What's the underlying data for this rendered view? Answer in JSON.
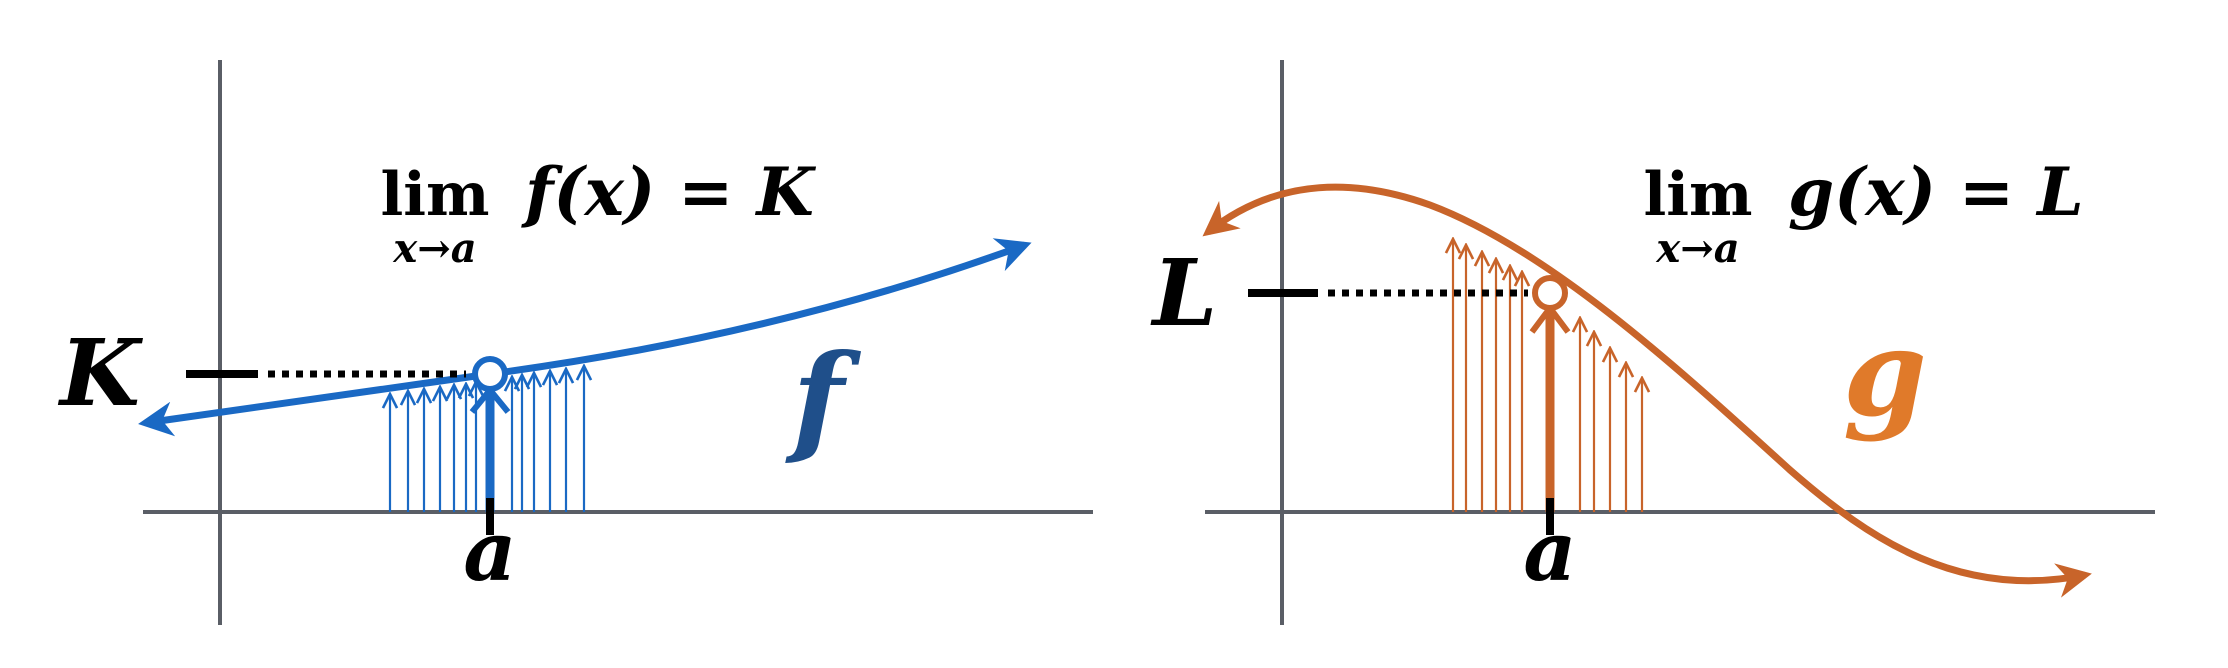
{
  "panels": [
    {
      "id": "f",
      "function_label": "f",
      "limit_operator": "lim",
      "limit_subscript": "x→a",
      "limit_expression": "f(x) = K",
      "limit_value_label": "K",
      "point_label": "a",
      "color": "#1a69c4",
      "label_color": "#1f4f8a"
    },
    {
      "id": "g",
      "function_label": "g",
      "limit_operator": "lim",
      "limit_subscript": "x→a",
      "limit_expression": "g(x) = L",
      "limit_value_label": "L",
      "point_label": "a",
      "color": "#c8642a",
      "label_color": "#e07a2a"
    }
  ],
  "colors": {
    "axis": "#5a5e66",
    "dotted_line": "#000000",
    "marker_fill": "#ffffff"
  }
}
